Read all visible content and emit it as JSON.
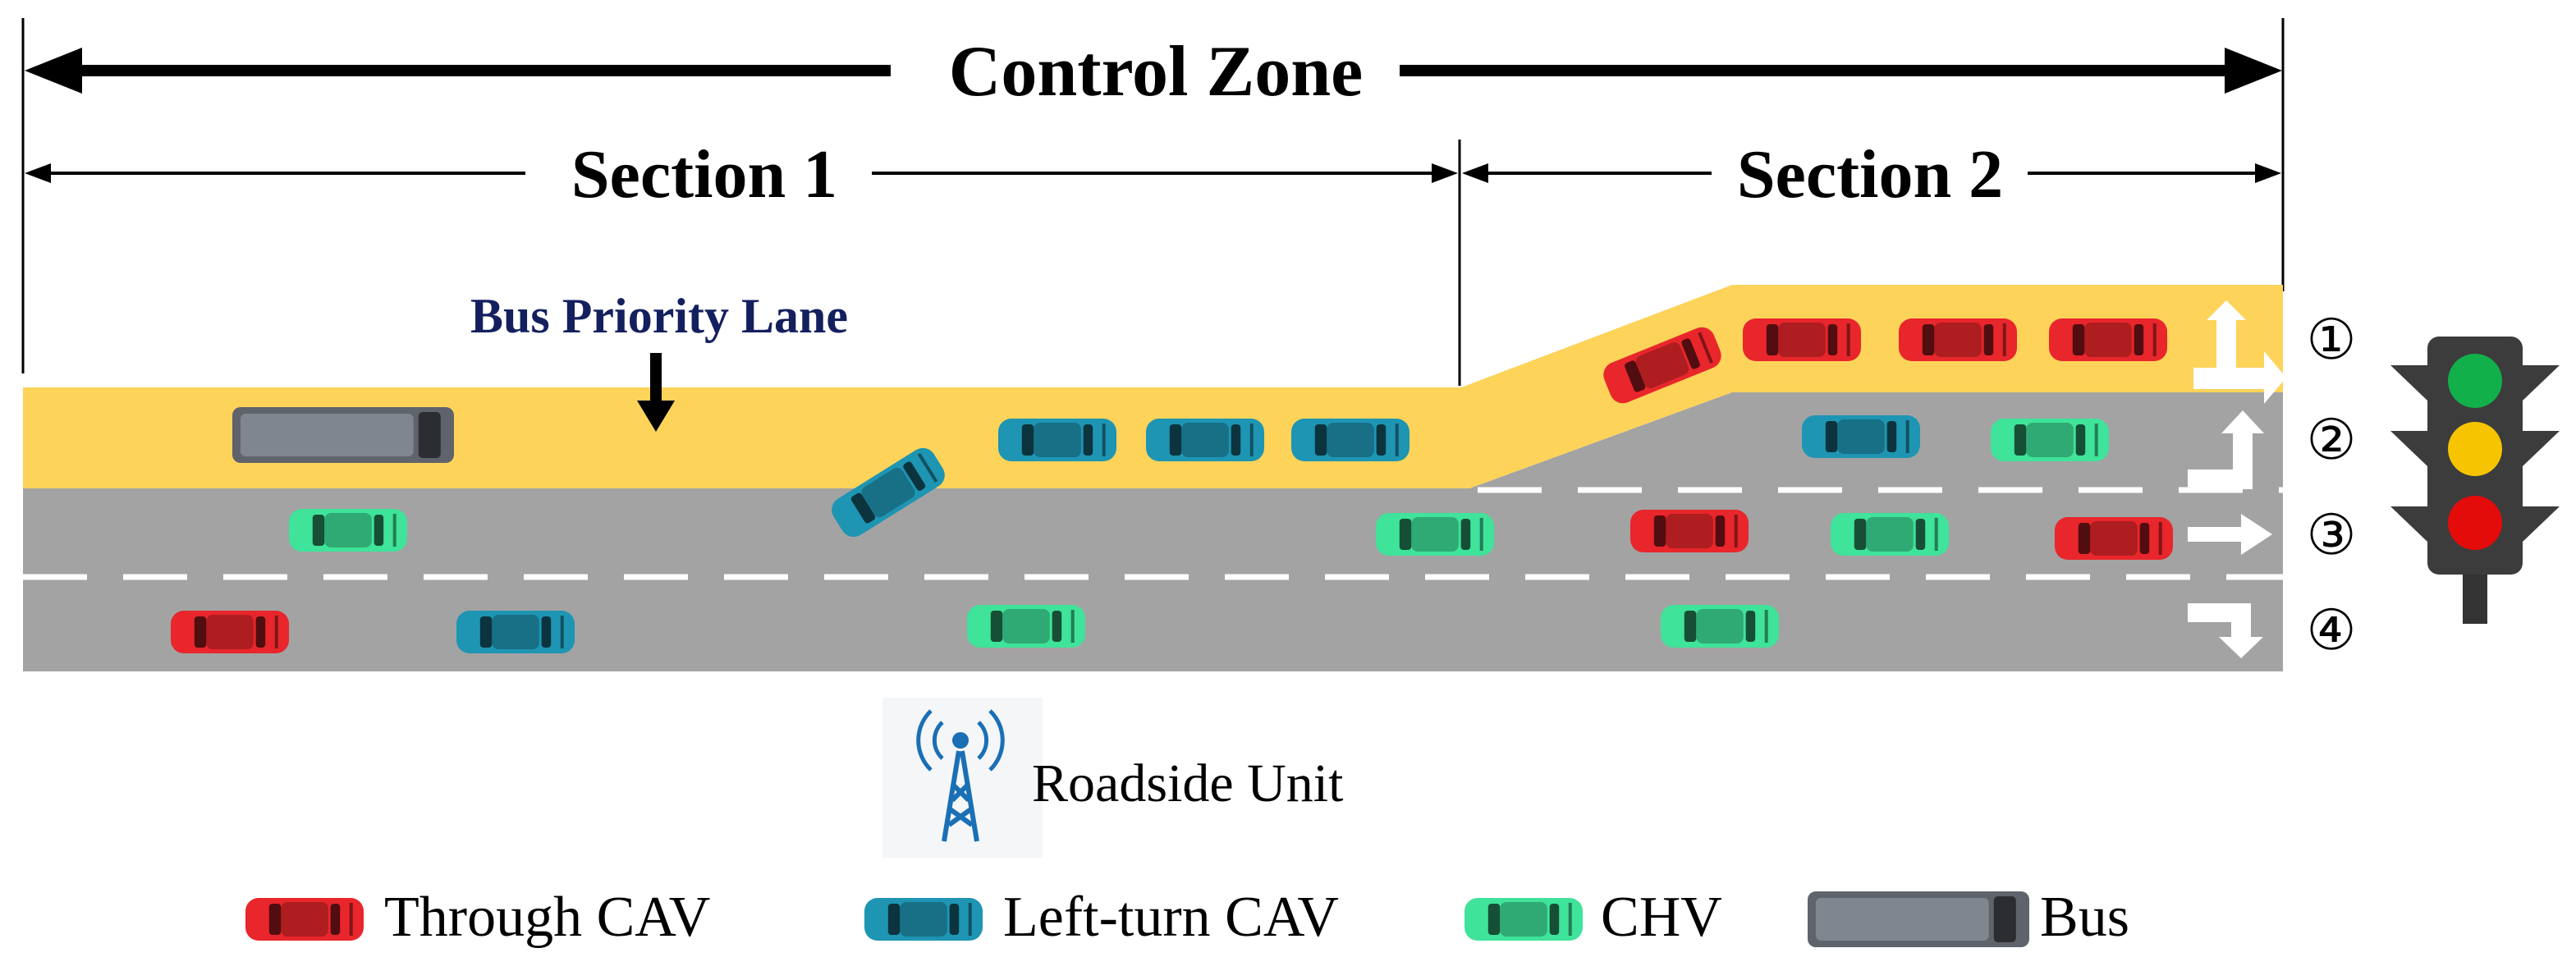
{
  "labels": {
    "control_zone": "Control Zone",
    "section_1": "Section 1",
    "section_2": "Section 2",
    "bus_priority_lane": "Bus Priority Lane",
    "roadside_unit": "Roadside Unit"
  },
  "lane_numbers": [
    "①",
    "②",
    "③",
    "④"
  ],
  "legend": {
    "through_cav": "Through CAV",
    "left_turn_cav": "Left-turn CAV",
    "chv": "CHV",
    "bus": "Bus"
  },
  "colors": {
    "through_cav": "#e8262b",
    "left_turn_cav": "#1e95b3",
    "chv": "#3fe39a",
    "bus": "#5f636b",
    "road_gray": "#a3a3a3",
    "bus_lane_yellow": "#fdd35a",
    "label_navy": "#14205e"
  },
  "traffic_light": [
    "green",
    "yellow",
    "red"
  ]
}
